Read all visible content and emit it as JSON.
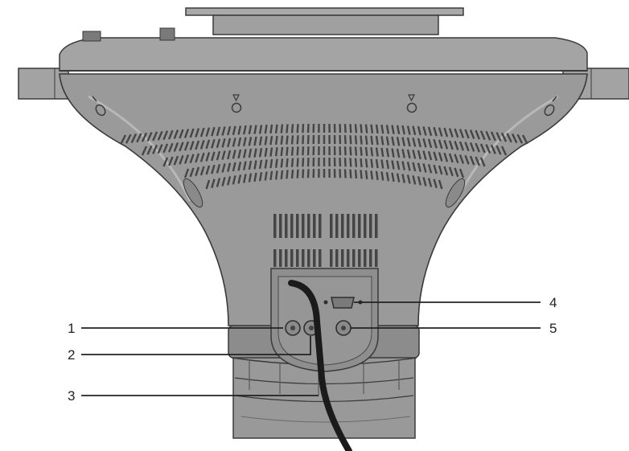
{
  "colors": {
    "body": "#9a9a9a",
    "body_dark": "#808080",
    "body_light": "#b6b6b6",
    "outline": "#3a3a3a",
    "vent": "#454545",
    "cable": "#1b1b1b",
    "leader_line": "#222222",
    "background": "#ffffff"
  },
  "callouts": [
    {
      "id": "c1",
      "label": "1"
    },
    {
      "id": "c2",
      "label": "2"
    },
    {
      "id": "c3",
      "label": "3"
    },
    {
      "id": "c4",
      "label": "4"
    },
    {
      "id": "c5",
      "label": "5"
    }
  ],
  "icons": [
    "mounting-hole-icon",
    "vga-port-icon",
    "round-jack-icon",
    "power-cable-icon"
  ]
}
